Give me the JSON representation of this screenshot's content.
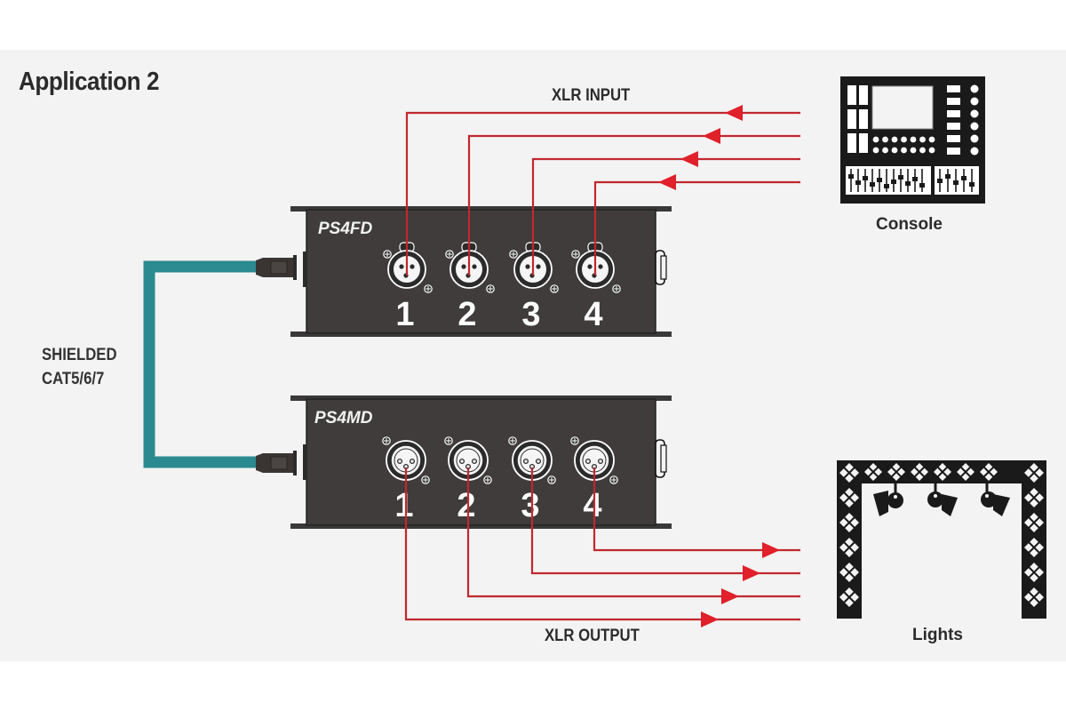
{
  "title": "Application 2",
  "colors": {
    "background": "#f3f3f3",
    "signal_line": "#c0282f",
    "signal_line_dark": "#9c3a42",
    "arrow": "#e0202a",
    "box_body": "#3f3c3b",
    "cable": "#2a8a8f",
    "icon": "#1a1a1a"
  },
  "labels": {
    "xlr_input": "XLR INPUT",
    "xlr_output": "XLR OUTPUT",
    "cable_line1": "SHIELDED",
    "cable_line2": "CAT5/6/7"
  },
  "devices": {
    "console": {
      "label": "Console",
      "icon": "mixing-console-icon"
    },
    "lights": {
      "label": "Lights",
      "icon": "lighting-truss-icon"
    }
  },
  "boxes": [
    {
      "id": "ps4fd",
      "name": "PS4FD",
      "connector_type": "female-xlr",
      "ports": [
        "1",
        "2",
        "3",
        "4"
      ],
      "signal_direction": "input"
    },
    {
      "id": "ps4md",
      "name": "PS4MD",
      "connector_type": "male-xlr",
      "ports": [
        "1",
        "2",
        "3",
        "4"
      ],
      "signal_direction": "output"
    }
  ]
}
